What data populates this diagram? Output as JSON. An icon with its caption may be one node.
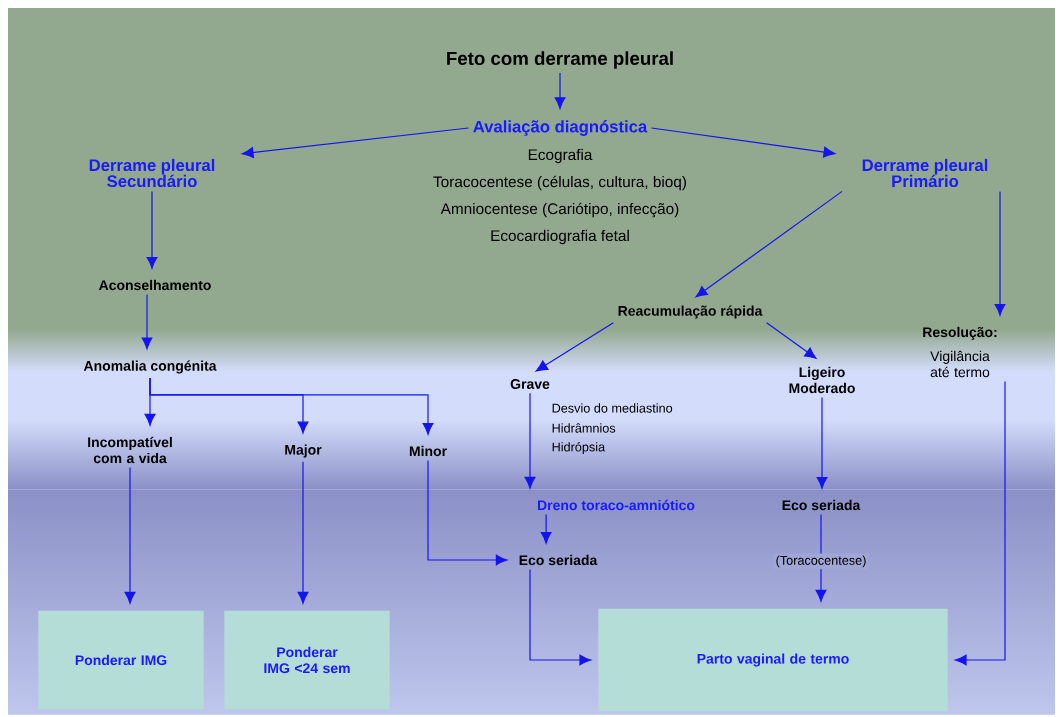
{
  "diagram": {
    "nodes": [
      {
        "text": [
          "Feto com derrame pleural"
        ]
      },
      {
        "text": [
          "Avaliação diagnóstica"
        ],
        "beside": [
          "Ecografia",
          "Toracocentese (células, cultura, bioq)",
          "Amniocentese (Cariótipo, infecção)",
          "Ecocardiografia fetal"
        ]
      },
      {
        "text": [
          "Derrame pleural Secundário"
        ]
      },
      {
        "text": [
          "Derrame pleural Primário"
        ]
      },
      {
        "text": [
          "Aconselhamento"
        ]
      },
      {
        "text": [
          "Anomalia congénita"
        ]
      },
      {
        "text": [
          "Incompatível com a vida"
        ]
      },
      {
        "text": [
          "Major"
        ]
      },
      {
        "text": [
          "Minor"
        ]
      },
      {
        "text": [
          "Reacumulação rápida"
        ]
      },
      {
        "text": [
          "Resolução:",
          "Vigilância até termo"
        ]
      },
      {
        "text": [
          "Grave"
        ],
        "beside": [
          "Desvio do mediastino",
          "Hidrâmnios",
          "Hidrópsia"
        ]
      },
      {
        "text": [
          "Ligeiro Moderado"
        ]
      },
      {
        "text": [
          "Dreno toraco-amniótico"
        ]
      },
      {
        "text": [
          "Eco seriada"
        ]
      },
      {
        "text": [
          "Eco seriada"
        ]
      },
      {
        "text": [
          "Ponderar IMG"
        ]
      },
      {
        "text": [
          "Ponderar IMG <24 sem"
        ]
      },
      {
        "text": [
          "Parto vaginal de termo"
        ]
      }
    ],
    "edges": [
      {
        "from": 0,
        "to": 1,
        "arrow": "to"
      },
      {
        "from": 1,
        "to": 2,
        "arrow": "to"
      },
      {
        "from": 1,
        "to": 3,
        "arrow": "to"
      },
      {
        "from": 2,
        "to": 4,
        "arrow": "to"
      },
      {
        "from": 4,
        "to": 5,
        "arrow": "to"
      },
      {
        "from": 5,
        "to": 6,
        "arrow": "to"
      },
      {
        "from": 5,
        "to": 7,
        "arrow": "to"
      },
      {
        "from": 5,
        "to": 8,
        "arrow": "to"
      },
      {
        "from": 3,
        "to": 9,
        "arrow": "to"
      },
      {
        "from": 3,
        "to": 10,
        "arrow": "to"
      },
      {
        "from": 9,
        "to": 11,
        "arrow": "to"
      },
      {
        "from": 9,
        "to": 12,
        "arrow": "to"
      },
      {
        "from": 11,
        "to": 13,
        "arrow": "to"
      },
      {
        "from": 13,
        "to": 15,
        "arrow": "to"
      },
      {
        "from": 8,
        "to": 15,
        "arrow": "to"
      },
      {
        "from": 12,
        "to": 14,
        "arrow": "to"
      },
      {
        "from": 14,
        "to": 18,
        "arrow": "to",
        "label": "(Toracocentese)"
      },
      {
        "from": 15,
        "to": 18,
        "arrow": "to"
      },
      {
        "from": 10,
        "to": 18,
        "arrow": "to"
      },
      {
        "from": 6,
        "to": 16,
        "arrow": "to"
      },
      {
        "from": 7,
        "to": 17,
        "arrow": "to"
      }
    ]
  }
}
